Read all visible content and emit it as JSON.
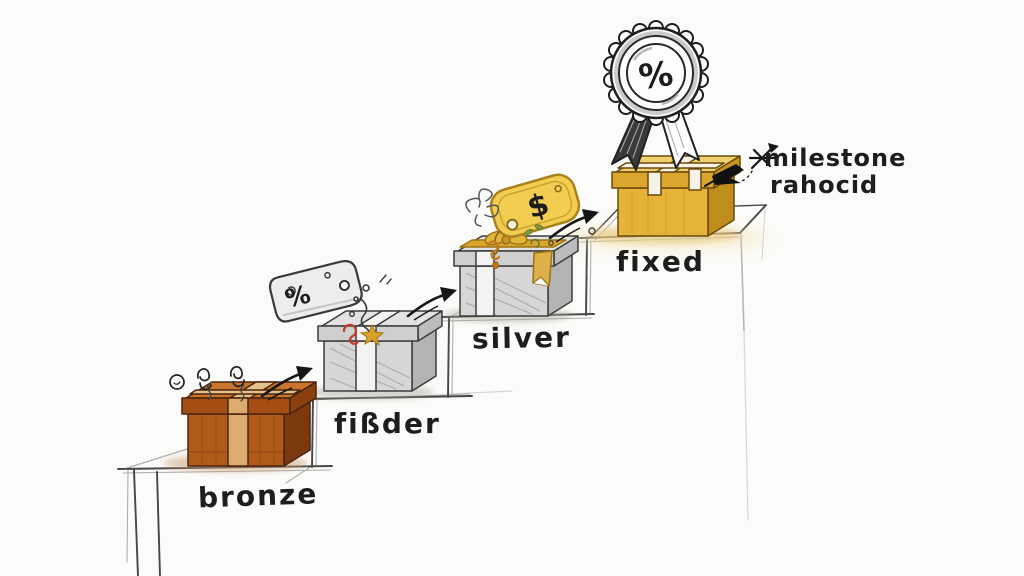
{
  "scene": {
    "background_color": "#fbfbf9",
    "description": "hand-drawn sketch of a four-step staircase with reward boxes"
  },
  "tiers": [
    {
      "id": "bronze",
      "label": "bronze",
      "box_color": "#b05a1a",
      "position": "step-1"
    },
    {
      "id": "finder",
      "label": "fißder",
      "box_color": "#d6d6d6",
      "position": "step-2"
    },
    {
      "id": "silver",
      "label": "silver",
      "box_color": "#d6d6d6",
      "ribbon_color": "#d9a62c",
      "position": "step-3"
    },
    {
      "id": "fixed",
      "label": "fixed",
      "box_color": "#e4b338",
      "position": "step-4"
    }
  ],
  "badge": {
    "symbol": "%",
    "type": "rosette award ribbon"
  },
  "tags": {
    "percent_tag": {
      "symbol": "%",
      "color": "#ededed"
    },
    "dollar_tag": {
      "symbol": "$",
      "color": "#f2cd52"
    }
  },
  "annotation": {
    "line1": "milestone",
    "line2": "rahocid"
  },
  "colors": {
    "ink": "#1d1d1d",
    "pencil": "#6b6b6b",
    "bronze": "#b05a1a",
    "silver": "#c9c9c9",
    "gold": "#e4b338",
    "gold_shadow": "#e7c472"
  }
}
